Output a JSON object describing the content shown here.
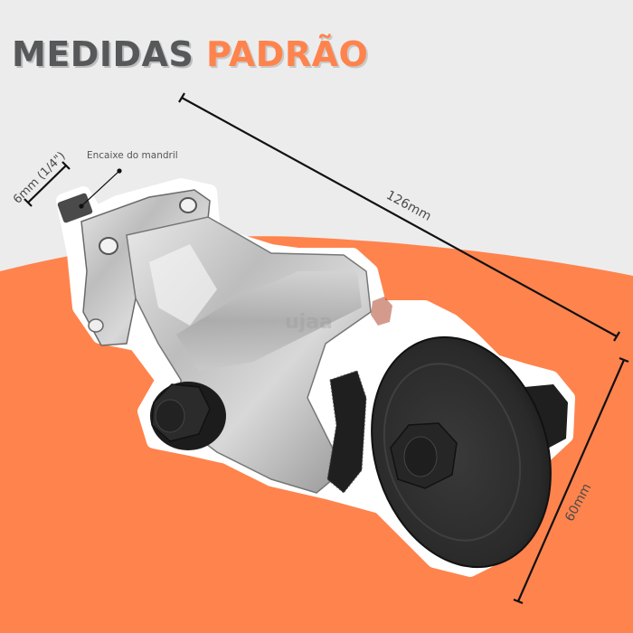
{
  "title": {
    "word1": "MEDIDAS",
    "word2": "PADRÃO",
    "word1_color": "#565859",
    "word2_color": "#ff834d"
  },
  "annotations": {
    "chuck_fitting": "Encaixe do mandril",
    "shaft_size": "6mm (1/4\")",
    "length": "126mm",
    "height": "60mm"
  },
  "colors": {
    "background": "#ececec",
    "accent_orange": "#ff834d",
    "dimension_line": "#111111",
    "label_text": "#4a4a4a"
  },
  "product": {
    "description": "Right-angle drill gear head adapter with 6mm hex shank and disc pulley"
  }
}
